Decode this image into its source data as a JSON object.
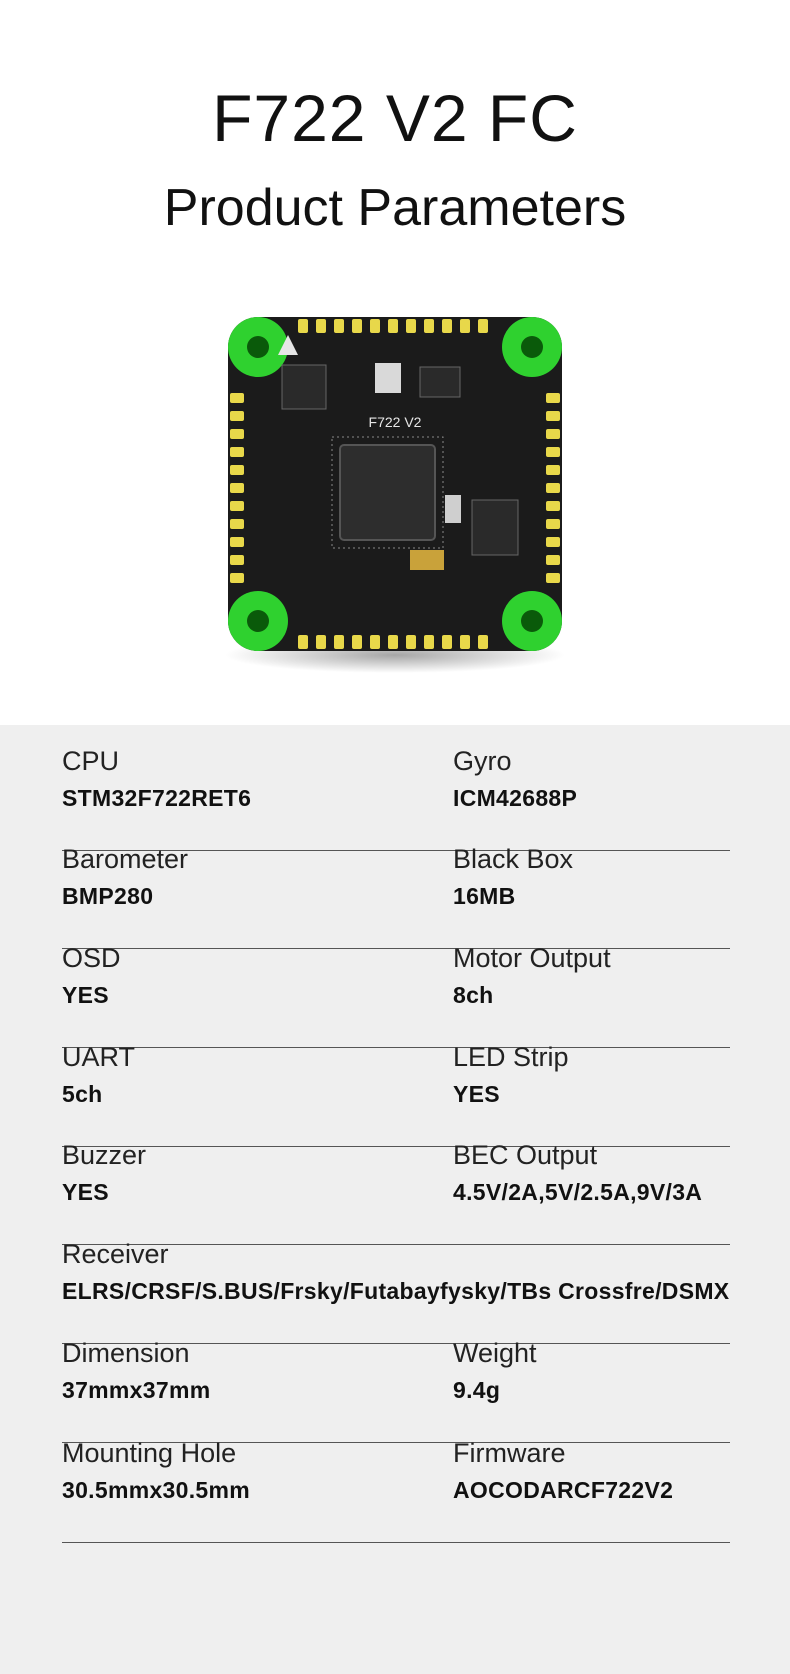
{
  "header": {
    "title": "F722 V2 FC",
    "subtitle": "Product Parameters"
  },
  "board": {
    "silkscreen_model": "F722 V2",
    "accent_color": "#2fd12f",
    "pad_color": "#e8d84a",
    "pcb_color": "#1b1b1b"
  },
  "specs": [
    {
      "left": {
        "label": "CPU",
        "value": "STM32F722RET6"
      },
      "right": {
        "label": "Gyro",
        "value": "ICM42688P"
      }
    },
    {
      "left": {
        "label": "Barometer",
        "value": "BMP280"
      },
      "right": {
        "label": "Black Box",
        "value": "16MB"
      }
    },
    {
      "left": {
        "label": "OSD",
        "value": "YES"
      },
      "right": {
        "label": "Motor Output",
        "value": "8ch"
      }
    },
    {
      "left": {
        "label": "UART",
        "value": "5ch"
      },
      "right": {
        "label": "LED Strip",
        "value": "YES"
      }
    },
    {
      "left": {
        "label": "Buzzer",
        "value": "YES"
      },
      "right": {
        "label": "BEC Output",
        "value": "4.5V/2A,5V/2.5A,9V/3A"
      }
    },
    {
      "left": {
        "label": "Receiver",
        "value": "ELRS/CRSF/S.BUS/Frsky/Futabayfysky/TBs Crossfre/DSMX"
      }
    },
    {
      "left": {
        "label": "Dimension",
        "value": "37mmx37mm"
      },
      "right": {
        "label": "Weight",
        "value": "9.4g"
      }
    },
    {
      "left": {
        "label": "Mounting Hole",
        "value": "30.5mmx30.5mm"
      },
      "right": {
        "label": "Firmware",
        "value": "AOCODARCF722V2"
      }
    }
  ]
}
